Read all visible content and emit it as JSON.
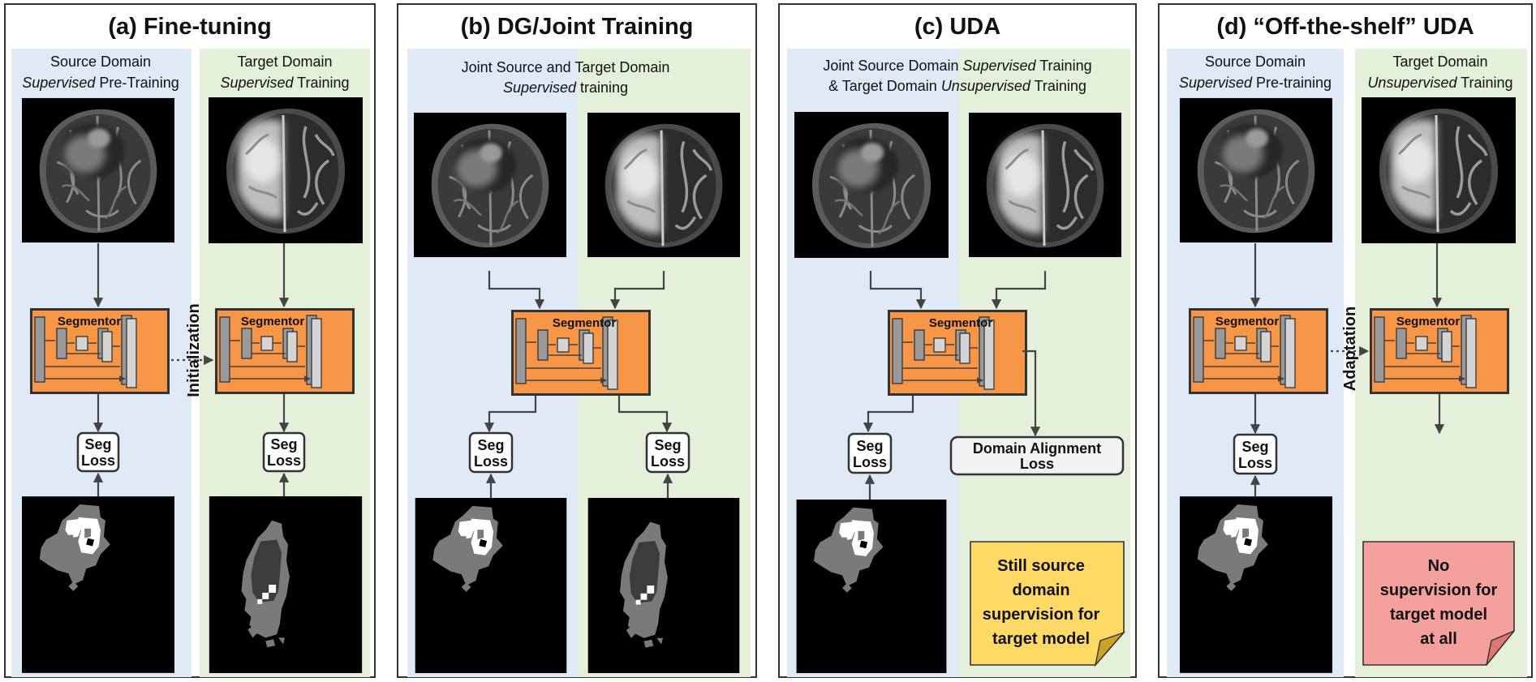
{
  "colors": {
    "source_bg": "#dfeaf6",
    "target_bg": "#e4f0d9",
    "segmentor_fill": "#f79646",
    "segmentor_border": "#333333",
    "note_yellow": "#ffd966",
    "note_red": "#f4a09c",
    "loss_box_fill": "#f2f2f2",
    "arrow": "#444444"
  },
  "panels": {
    "a": {
      "title": "(a) Fine-tuning",
      "source_line1": "Source Domain",
      "source_line2_italic": "Supervised",
      "source_line2_rest": " Pre-Training",
      "target_line1": "Target Domain",
      "target_line2_italic": "Supervised",
      "target_line2_rest": " Training",
      "segmentor": "Segmentor",
      "loss_line1": "Seg",
      "loss_line2": "Loss",
      "transfer_label": "Initialization"
    },
    "b": {
      "title": "(b) DG/Joint Training",
      "header_line1": "Joint Source and Target Domain",
      "header_line2_italic": "Supervised",
      "header_line2_rest": " training",
      "segmentor": "Segmentor",
      "loss_line1": "Seg",
      "loss_line2": "Loss"
    },
    "c": {
      "title": "(c) UDA",
      "header_line1_a": "Joint Source Domain ",
      "header_line1_italic": "Supervised",
      "header_line1_b": " Training",
      "header_line2_a": "& Target Domain ",
      "header_line2_italic": "Unsupervised",
      "header_line2_b": " Training",
      "segmentor": "Segmentor",
      "loss_line1": "Seg",
      "loss_line2": "Loss",
      "align_line1": "Domain Alignment",
      "align_line2": "Loss",
      "note_lines": [
        "Still source",
        "domain",
        "supervision for",
        "target model"
      ]
    },
    "d": {
      "title": "(d) “Off-the-shelf” UDA",
      "source_line1": "Source Domain",
      "source_line2_italic": "Supervised",
      "source_line2_rest": " Pre-training",
      "target_line1": "Target Domain",
      "target_line2_italic": "Unsupervised",
      "target_line2_rest": " Training",
      "segmentor": "Segmentor",
      "loss_line1": "Seg",
      "loss_line2": "Loss",
      "transfer_label": "Adaptation",
      "note_lines": [
        "No",
        "supervision for",
        "target model",
        "at all"
      ]
    }
  }
}
